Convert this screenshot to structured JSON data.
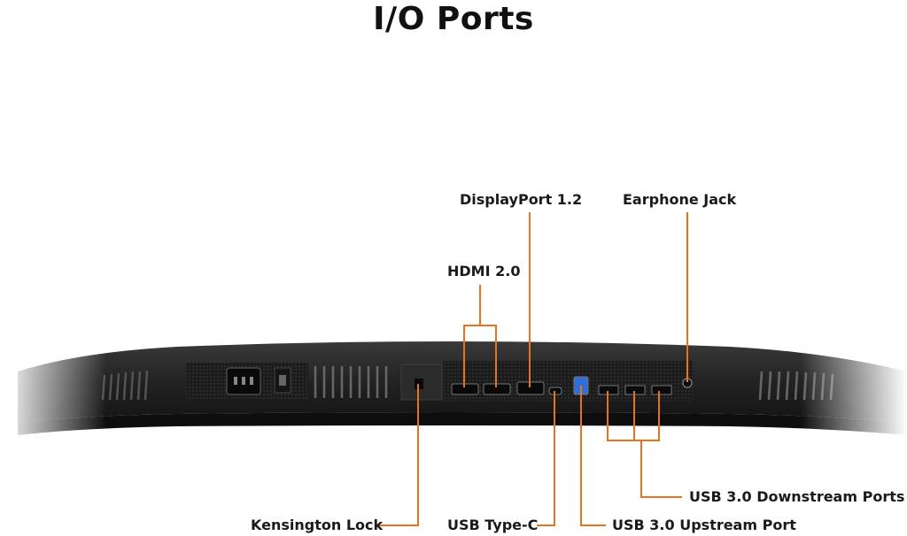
{
  "title": "I/O Ports",
  "accent_color": "#e8731f",
  "labels": {
    "displayport": "DisplayPort 1.2",
    "earphone": "Earphone Jack",
    "hdmi": "HDMI 2.0",
    "kensington": "Kensington Lock",
    "usb_c": "USB Type-C",
    "usb_up": "USB 3.0 Upstream Port",
    "usb_down": "USB 3.0 Downstream Ports"
  }
}
